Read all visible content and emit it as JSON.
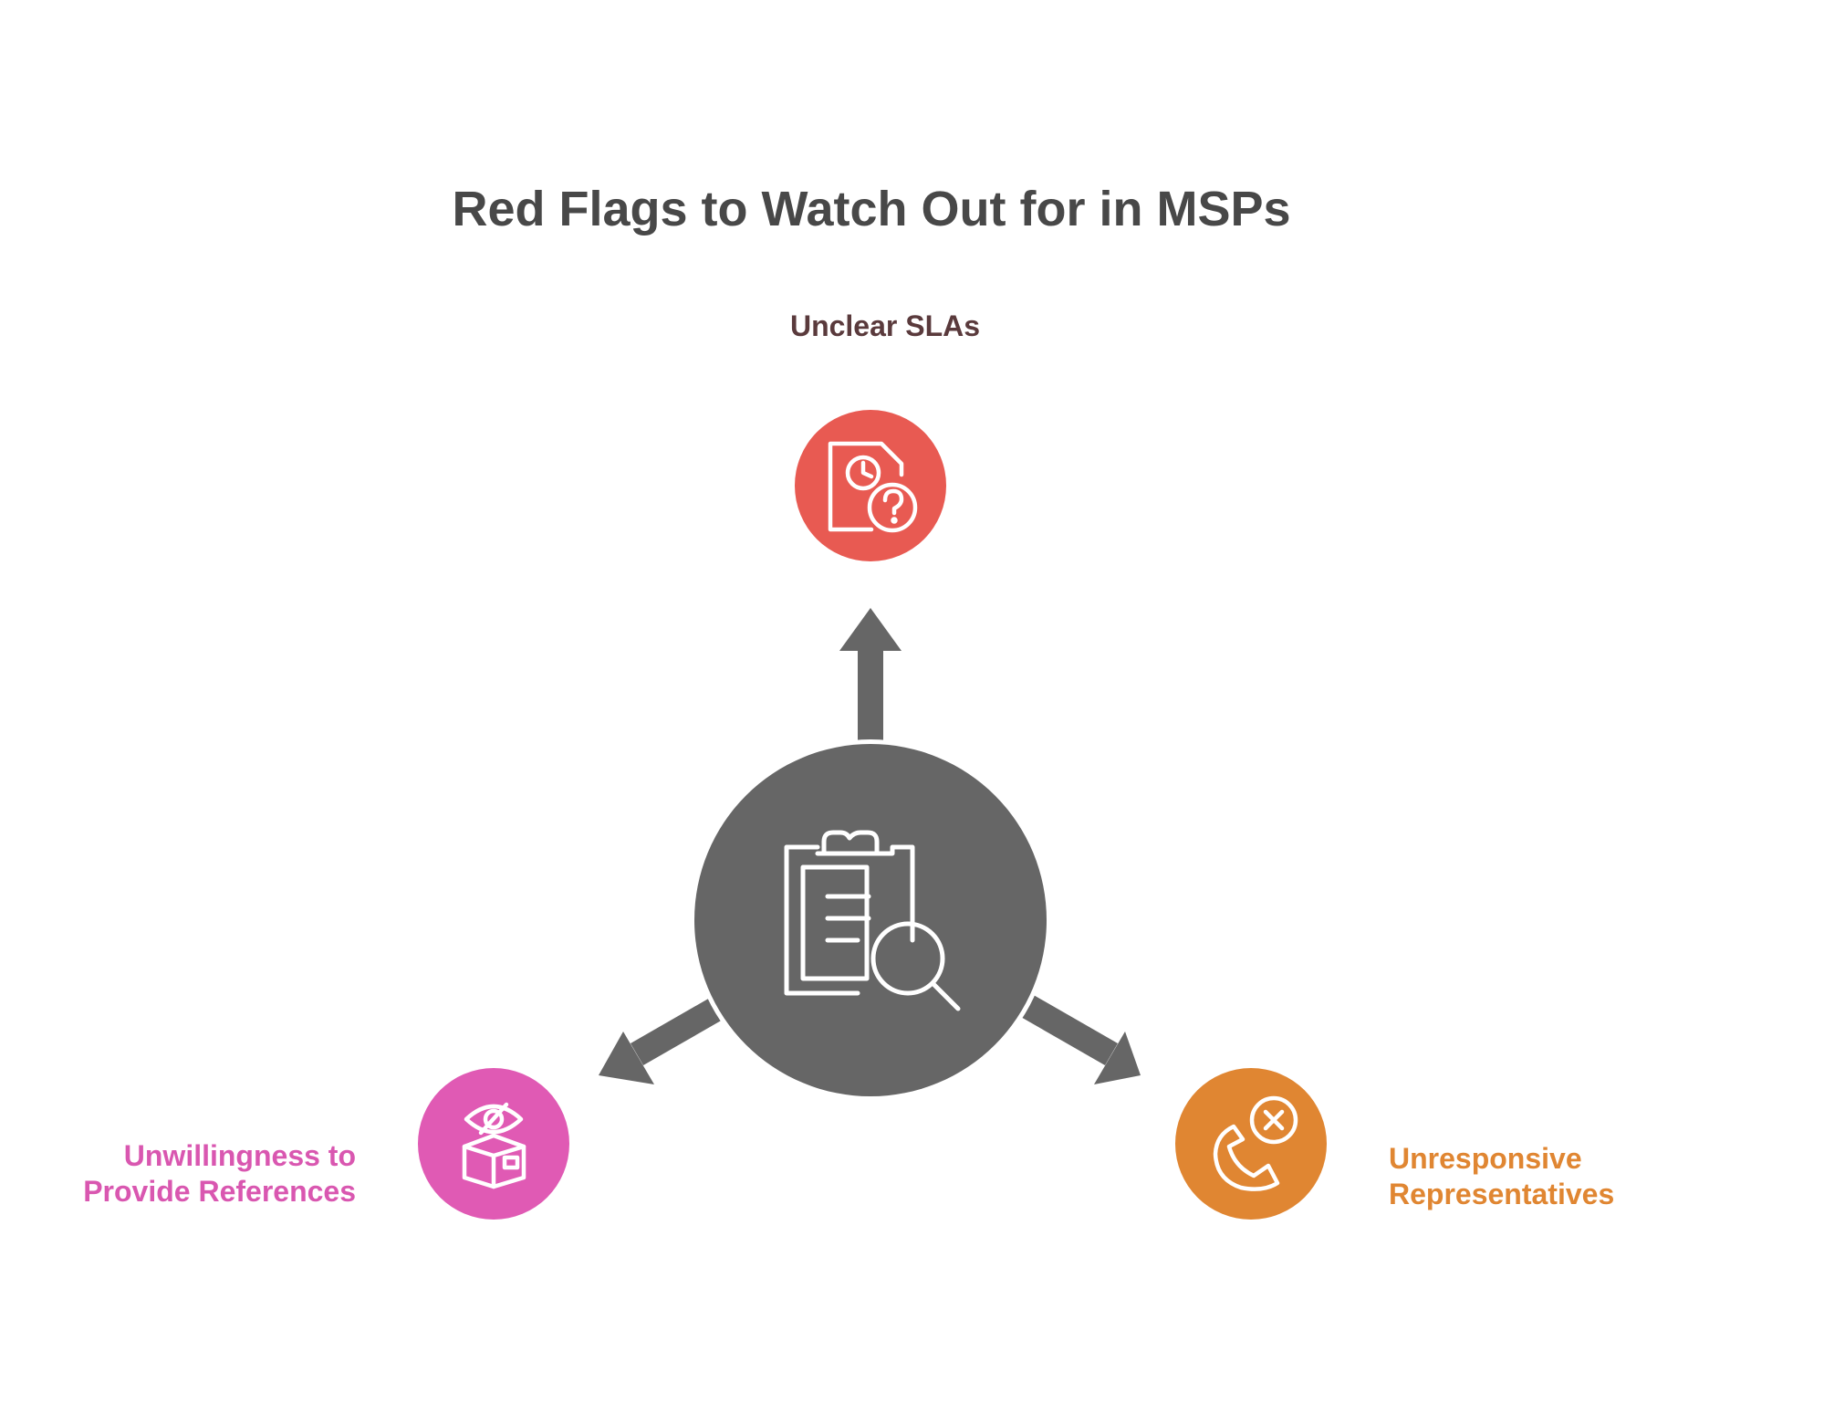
{
  "title": "Red Flags to Watch Out for in MSPs",
  "center": {
    "icon": "clipboard-search-icon",
    "color": "#666666"
  },
  "nodes": [
    {
      "label": "Unclear SLAs",
      "icon": "document-clock-question-icon",
      "color": "#e85a52",
      "label_color": "#5a3a3c"
    },
    {
      "label": "Unwillingness to Provide References",
      "icon": "box-eye-slash-icon",
      "color": "#e05ab4",
      "label_color": "#d957b0"
    },
    {
      "label": "Unresponsive Representatives",
      "icon": "phone-cancel-icon",
      "color": "#e08632",
      "label_color": "#e08632"
    }
  ]
}
